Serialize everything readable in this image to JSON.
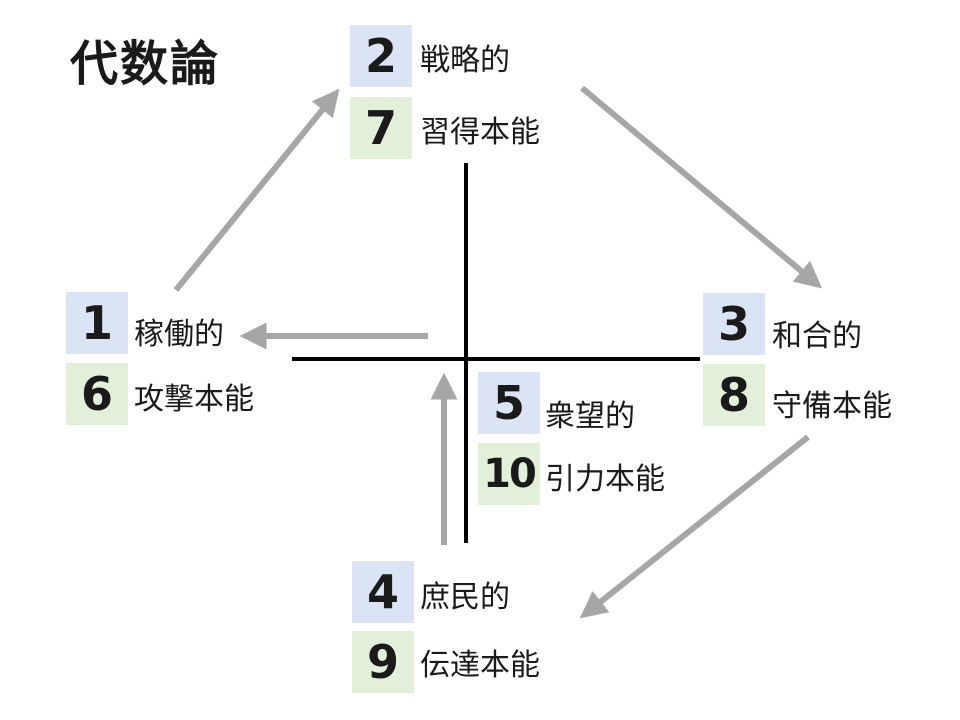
{
  "title": "代数論",
  "nodes": {
    "top": {
      "num1": "2",
      "label1": "戦略的",
      "num2": "7",
      "label2": "習得本能"
    },
    "left": {
      "num1": "1",
      "label1": "稼働的",
      "num2": "6",
      "label2": "攻撃本能"
    },
    "right": {
      "num1": "3",
      "label1": "和合的",
      "num2": "8",
      "label2": "守備本能"
    },
    "bottom": {
      "num1": "4",
      "label1": "庶民的",
      "num2": "9",
      "label2": "伝達本能"
    },
    "center": {
      "num1": "5",
      "label1": "衆望的",
      "num2": "10",
      "label2": "引力本能"
    }
  },
  "colors": {
    "primary_box": "#dbe4f5",
    "secondary_box": "#e2f0d9",
    "arrow": "#a6a6a6",
    "axis": "#000000"
  }
}
